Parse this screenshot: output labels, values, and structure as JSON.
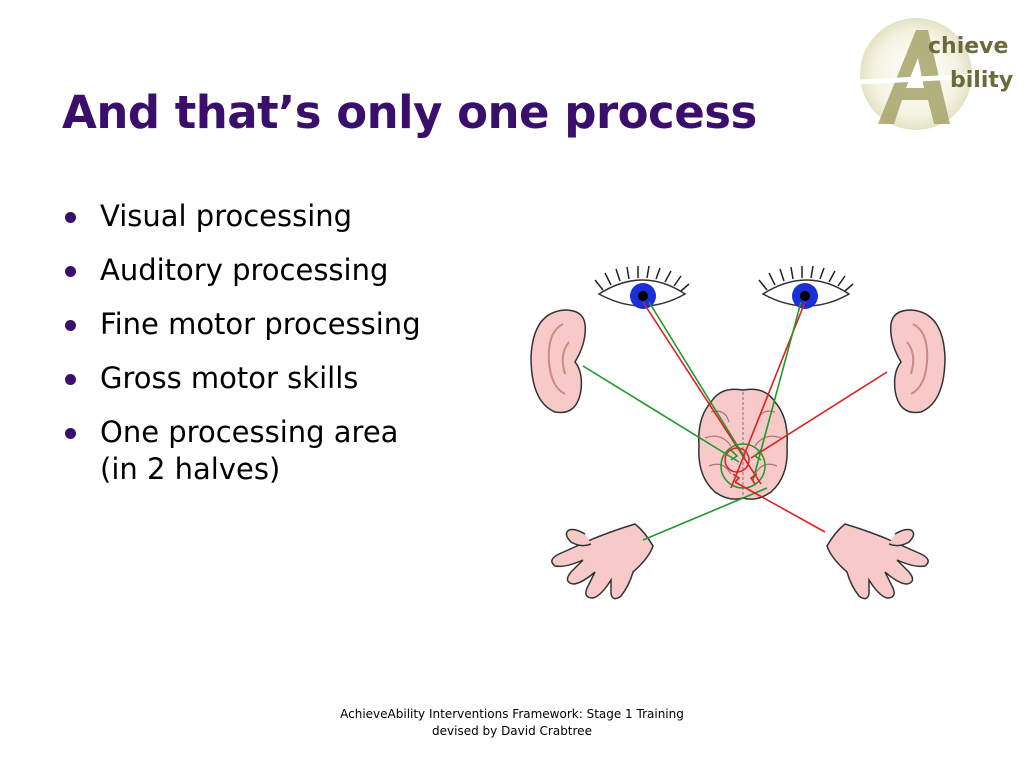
{
  "slide": {
    "title": "And that’s only one process",
    "bullets": [
      {
        "text": "Visual processing"
      },
      {
        "text": "Auditory processing"
      },
      {
        "text": "Fine motor processing"
      },
      {
        "text": "Gross motor skills"
      },
      {
        "text": "One processing area",
        "continuation": "(in 2 halves)"
      }
    ]
  },
  "logo": {
    "letter": "A",
    "line1": "chieve",
    "line2": "bility",
    "color": "#6b6a3a",
    "bg_color": "#f2f1dd"
  },
  "footer": {
    "line1": "AchieveAbility Interventions Framework: Stage 1 Training",
    "line2": "devised by David Crabtree"
  },
  "figure": {
    "icon": "eyes-ears-hands-brain-diagram",
    "colors": {
      "red_path": "#e02020",
      "green_path": "#1f9a2a",
      "skin": "#f7c9c9",
      "iris": "#1a2fd6"
    }
  },
  "theme": {
    "title_color": "#3a0f6b",
    "bullet_color": "#3a0f6b"
  }
}
